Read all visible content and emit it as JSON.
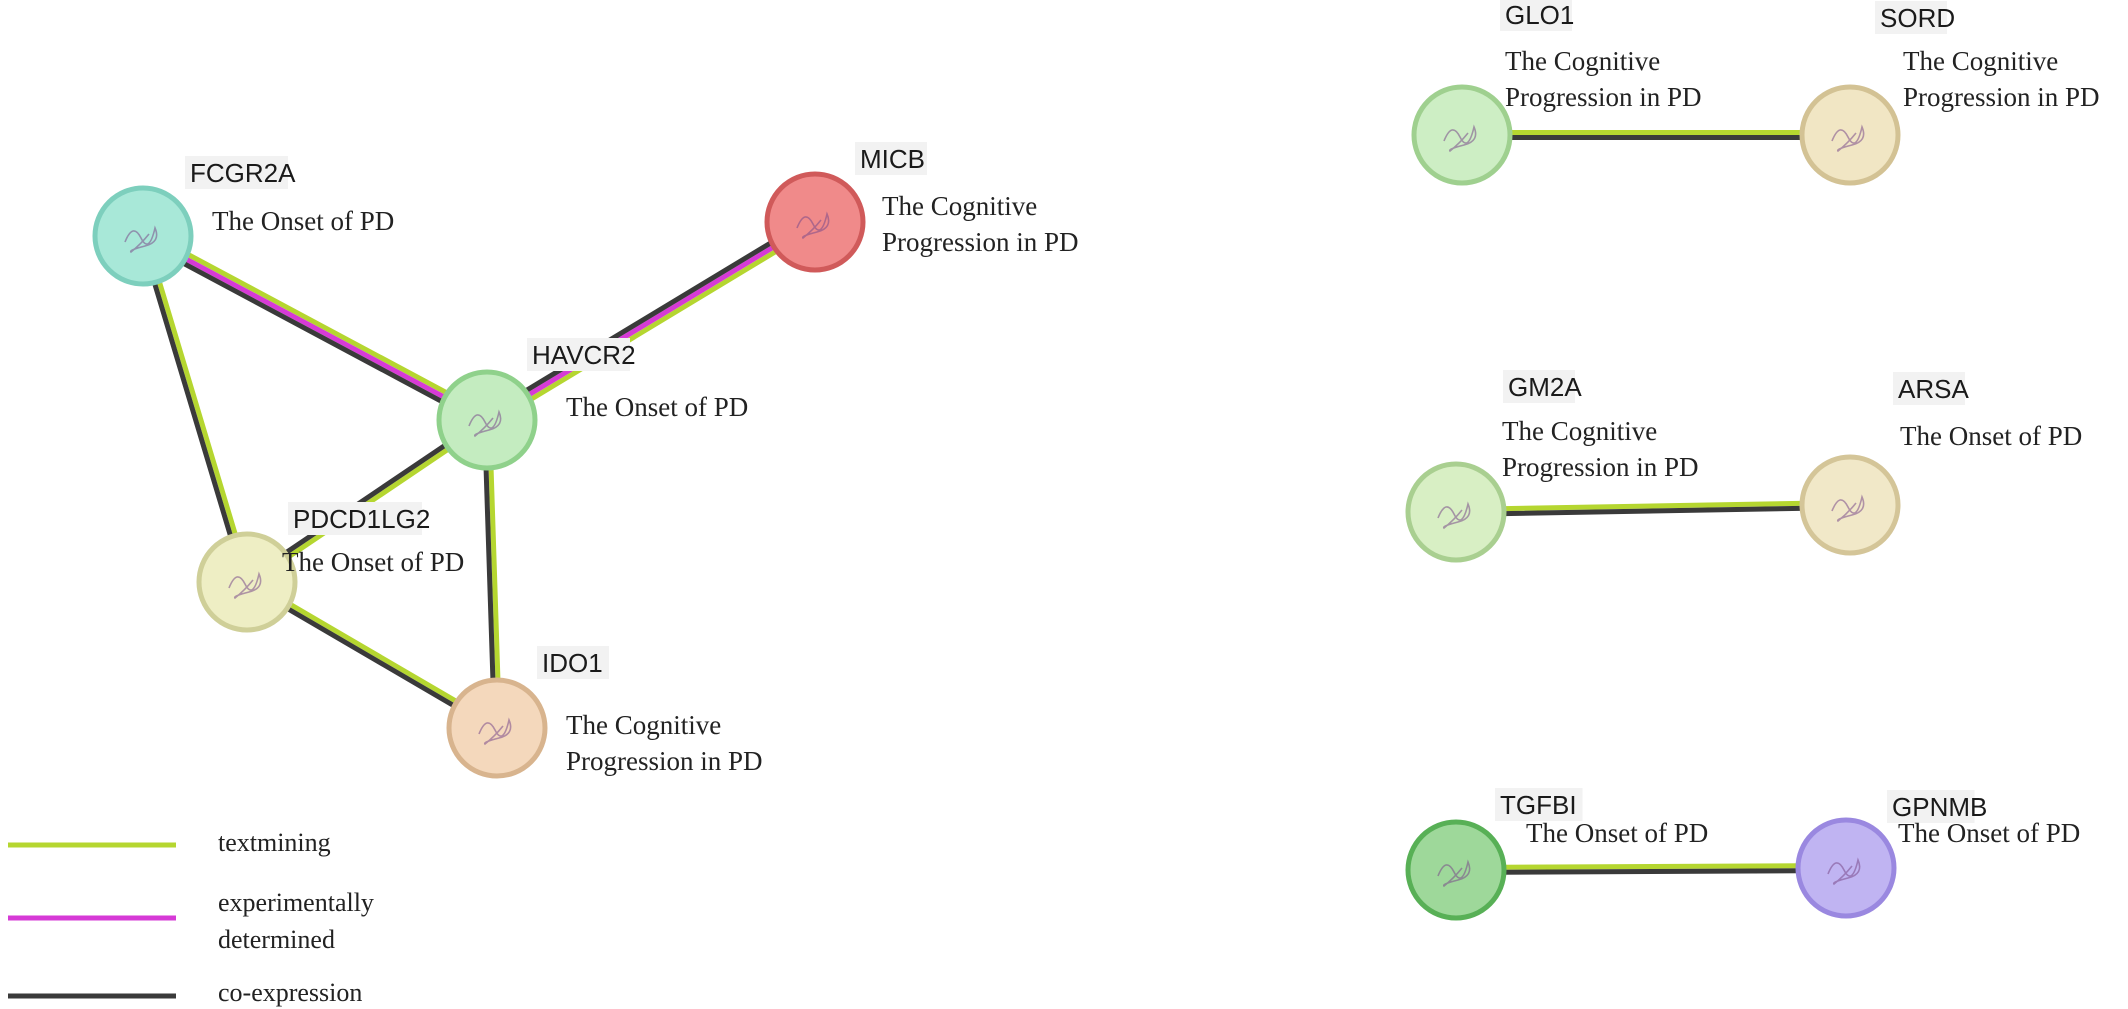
{
  "colors": {
    "textmining": "#b5d630",
    "experimentally_determined": "#d63ad6",
    "co_expression": "#3a3a3a"
  },
  "nodes": {
    "FCGR2A": {
      "label": "FCGR2A",
      "note": [
        "The Onset of PD"
      ],
      "fill": "#a8e8d8",
      "stroke": "#7dcfbd"
    },
    "MICB": {
      "label": "MICB",
      "note": [
        "The Cognitive",
        "Progression in PD"
      ],
      "fill": "#f08a8a",
      "stroke": "#d05a5a"
    },
    "HAVCR2": {
      "label": "HAVCR2",
      "note": [
        "The Onset of PD"
      ],
      "fill": "#c4ecc0",
      "stroke": "#8fd18b"
    },
    "PDCD1LG2": {
      "label": "PDCD1LG2",
      "note": [
        "The Onset of PD"
      ],
      "fill": "#eeeec4",
      "stroke": "#cfcf98"
    },
    "IDO1": {
      "label": "IDO1",
      "note": [
        "The Cognitive",
        "Progression in PD"
      ],
      "fill": "#f4d8bc",
      "stroke": "#d8b48e"
    },
    "GLO1": {
      "label": "GLO1",
      "note": [
        "The Cognitive",
        "Progression in PD"
      ],
      "fill": "#cdeec4",
      "stroke": "#9fd08f"
    },
    "SORD": {
      "label": "SORD",
      "note": [
        "The Cognitive",
        "Progression in PD"
      ],
      "fill": "#f1e6c4",
      "stroke": "#d3c294"
    },
    "GM2A": {
      "label": "GM2A",
      "note": [
        "The Cognitive",
        "Progression in PD"
      ],
      "fill": "#d8efc4",
      "stroke": "#a9cf90"
    },
    "ARSA": {
      "label": "ARSA",
      "note": [
        "The Onset of PD"
      ],
      "fill": "#f1e8c8",
      "stroke": "#d4c598"
    },
    "TGFBI": {
      "label": "TGFBI",
      "note": [
        "The Onset of PD"
      ],
      "fill": "#9ed89a",
      "stroke": "#58b056"
    },
    "GPNMB": {
      "label": "GPNMB",
      "note": [
        "The Onset of PD"
      ],
      "fill": "#c0b4f2",
      "stroke": "#9a88e0"
    }
  },
  "edges": [
    {
      "source": "FCGR2A",
      "target": "HAVCR2",
      "evidence": [
        "textmining",
        "experimentally_determined",
        "co_expression"
      ]
    },
    {
      "source": "FCGR2A",
      "target": "PDCD1LG2",
      "evidence": [
        "textmining",
        "co_expression"
      ]
    },
    {
      "source": "MICB",
      "target": "HAVCR2",
      "evidence": [
        "textmining",
        "experimentally_determined",
        "co_expression"
      ]
    },
    {
      "source": "HAVCR2",
      "target": "PDCD1LG2",
      "evidence": [
        "textmining",
        "co_expression"
      ]
    },
    {
      "source": "HAVCR2",
      "target": "IDO1",
      "evidence": [
        "textmining",
        "co_expression"
      ]
    },
    {
      "source": "PDCD1LG2",
      "target": "IDO1",
      "evidence": [
        "textmining",
        "co_expression"
      ]
    },
    {
      "source": "GLO1",
      "target": "SORD",
      "evidence": [
        "textmining",
        "co_expression"
      ]
    },
    {
      "source": "GM2A",
      "target": "ARSA",
      "evidence": [
        "textmining",
        "co_expression"
      ]
    },
    {
      "source": "TGFBI",
      "target": "GPNMB",
      "evidence": [
        "textmining",
        "co_expression"
      ]
    }
  ],
  "legend": [
    {
      "key": "textmining",
      "lines": [
        "textmining"
      ]
    },
    {
      "key": "experimentally_determined",
      "lines": [
        "experimentally",
        "determined"
      ]
    },
    {
      "key": "co_expression",
      "lines": [
        "co-expression"
      ]
    }
  ]
}
